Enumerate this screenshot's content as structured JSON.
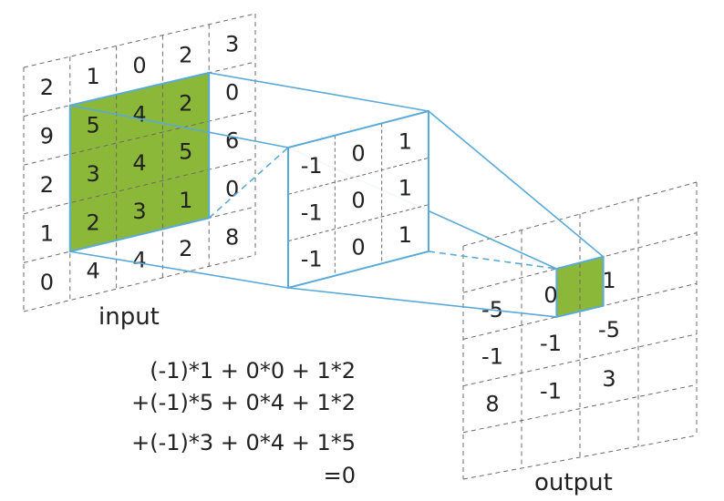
{
  "input": {
    "label": "input",
    "grid": [
      [
        "2",
        "1",
        "0",
        "2",
        "3"
      ],
      [
        "9",
        "5",
        "4",
        "2",
        "0"
      ],
      [
        "2",
        "3",
        "4",
        "5",
        "6"
      ],
      [
        "1",
        "2",
        "3",
        "1",
        "0"
      ],
      [
        "0",
        "4",
        "4",
        "2",
        "8"
      ]
    ]
  },
  "kernel": {
    "grid": [
      [
        "-1",
        "0",
        "1"
      ],
      [
        "-1",
        "0",
        "1"
      ],
      [
        "-1",
        "0",
        "1"
      ]
    ]
  },
  "output": {
    "label": "output",
    "grid": [
      [
        "",
        "",
        "",
        ""
      ],
      [
        "-5",
        "0",
        "1",
        ""
      ],
      [
        "-1",
        "-1",
        "-5",
        ""
      ],
      [
        "8",
        "-1",
        "3",
        ""
      ],
      [
        "",
        "",
        "",
        ""
      ]
    ]
  },
  "formula": {
    "lines": [
      "(-1)*1 +  0*0 + 1*2",
      "+(-1)*5 +  0*4 + 1*2",
      "+(-1)*3 +  0*4 + 1*5",
      "=0"
    ]
  },
  "colors": {
    "highlight": "#8cb83a",
    "connector": "#5aaad8",
    "gridline": "#6b6b6b"
  }
}
